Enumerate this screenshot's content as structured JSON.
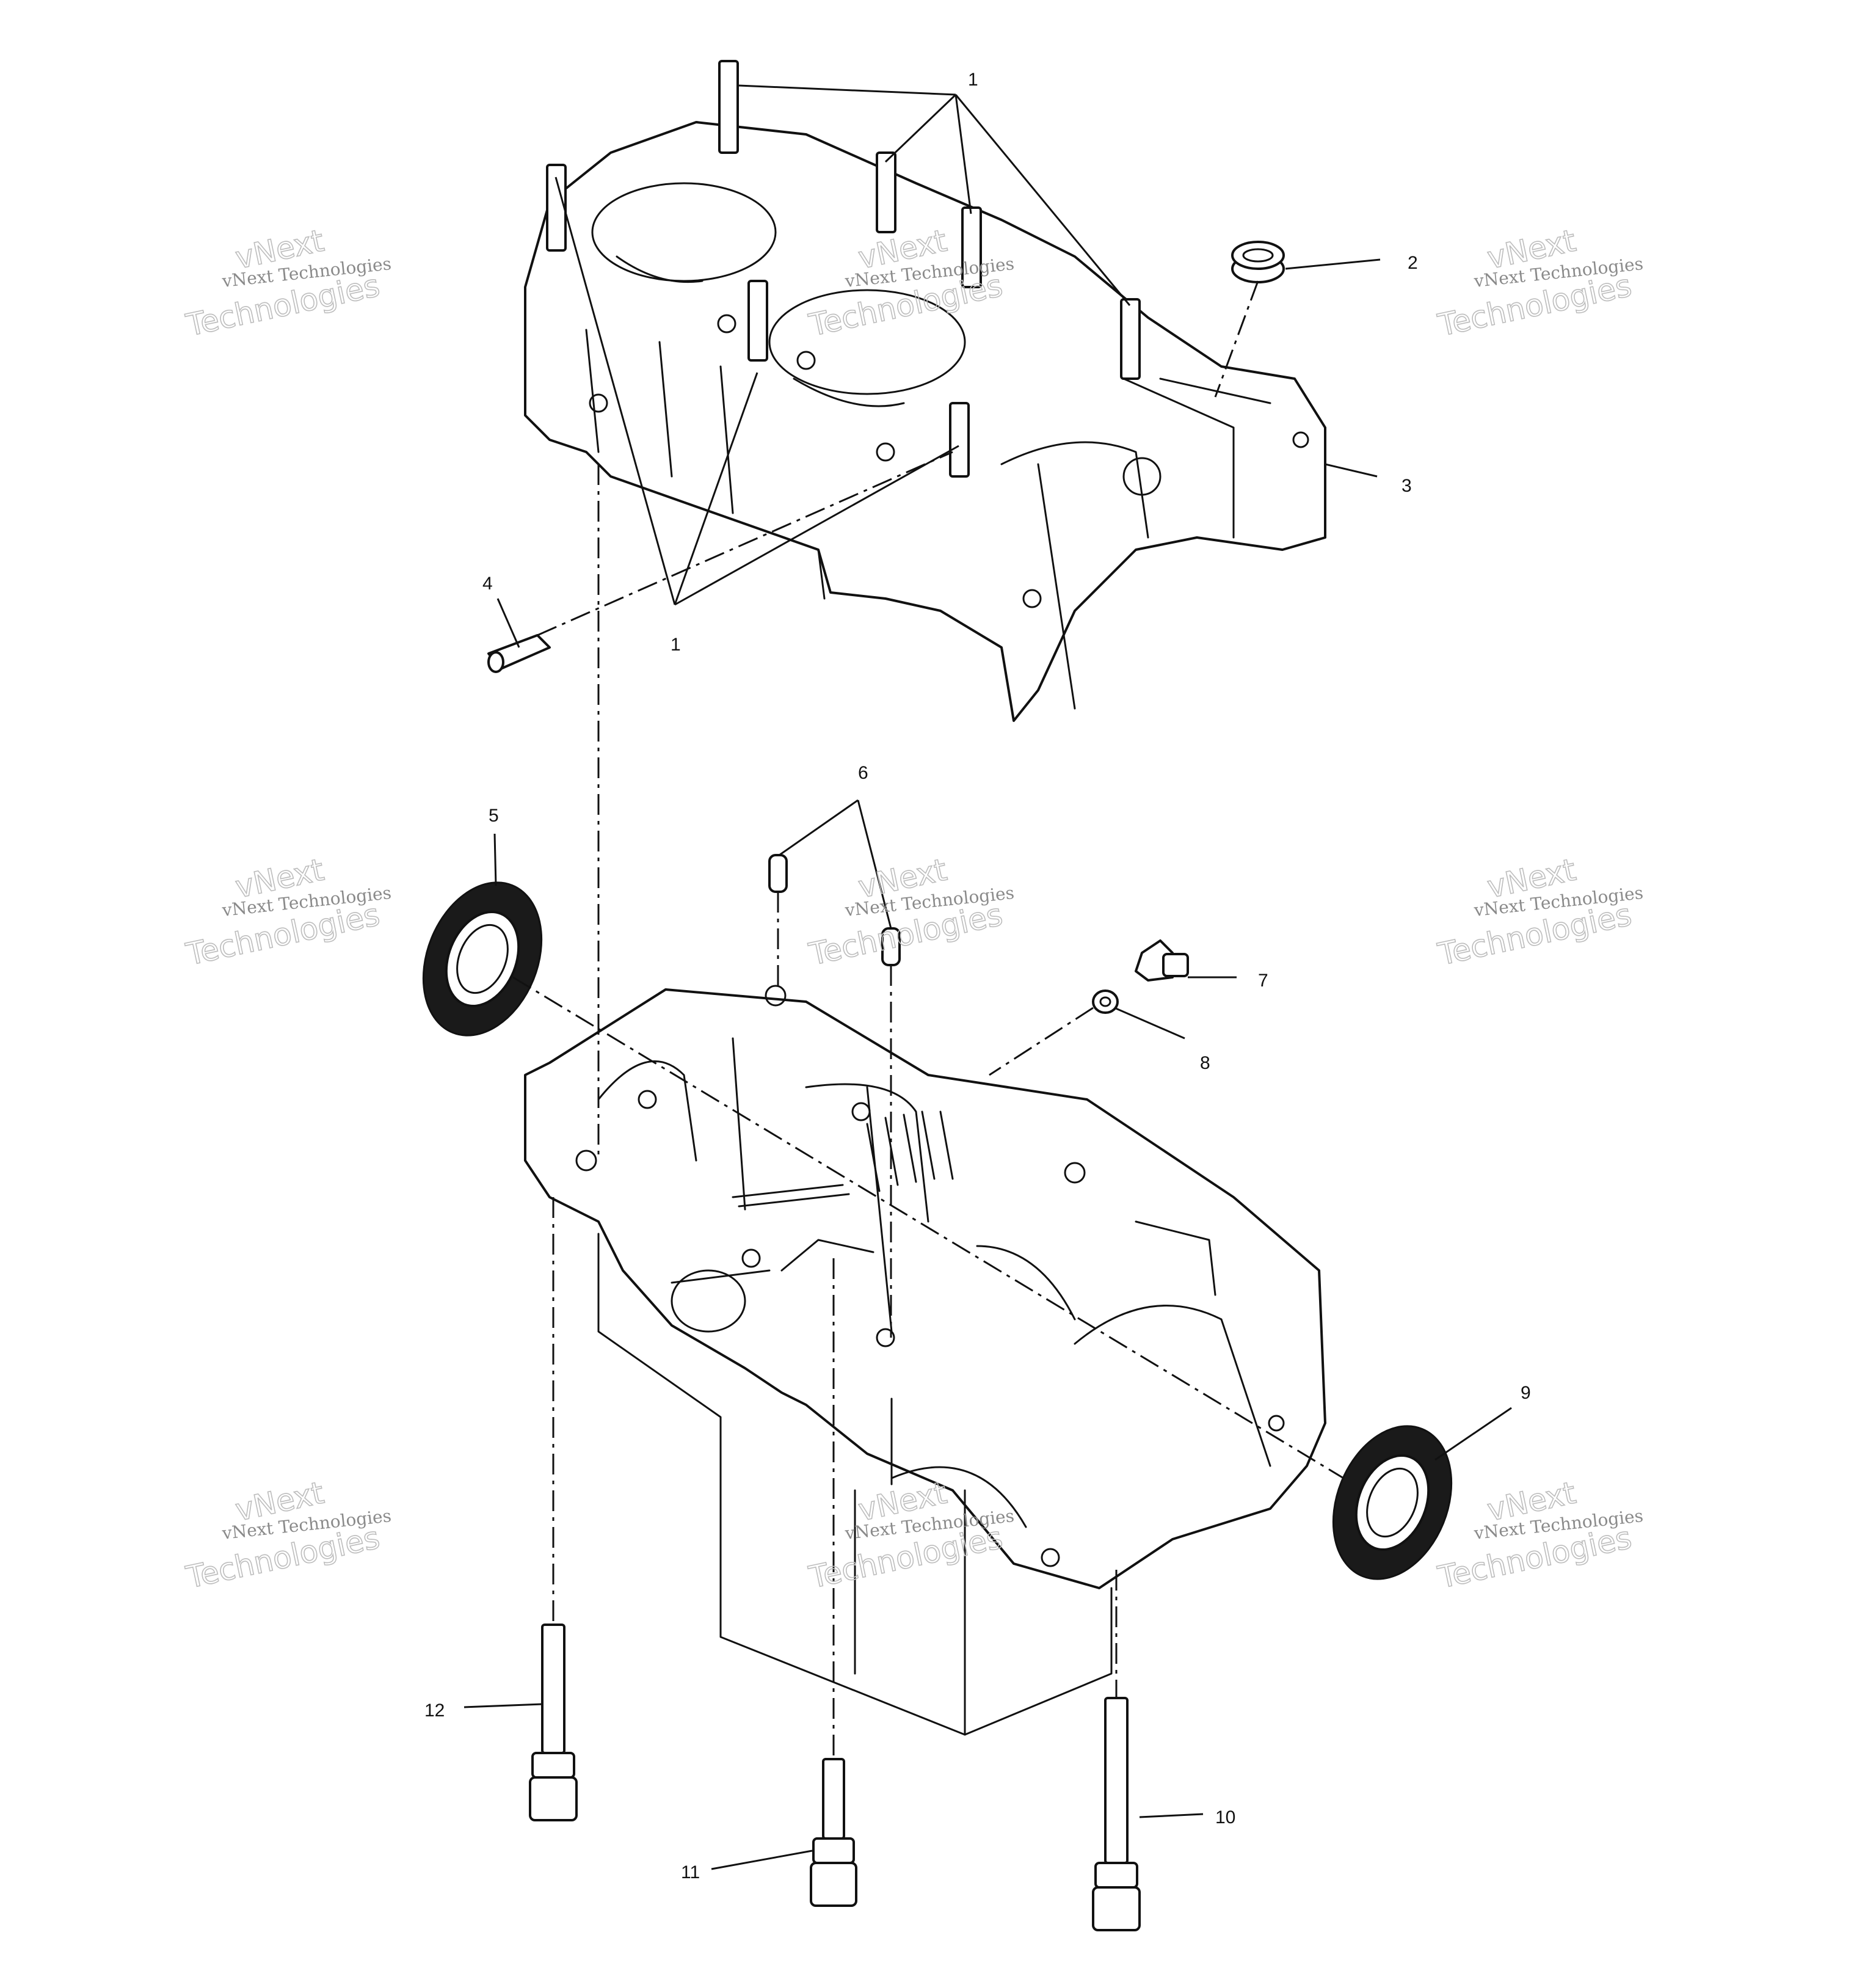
{
  "callouts": {
    "c1a": "1",
    "c1b": "1",
    "c2": "2",
    "c3": "3",
    "c4": "4",
    "c5": "5",
    "c6": "6",
    "c7": "7",
    "c8": "8",
    "c9": "9",
    "c10": "10",
    "c11": "11",
    "c12": "12"
  },
  "watermark": {
    "brand": "vNext",
    "line": "vNext Technologies",
    "word": "Technologies"
  }
}
